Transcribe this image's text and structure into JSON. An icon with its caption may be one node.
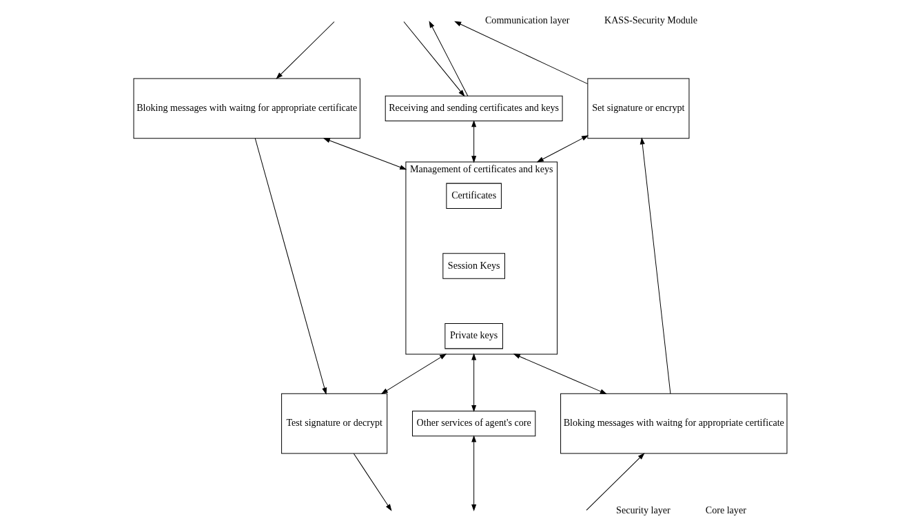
{
  "diagram": {
    "nodes": [
      {
        "text": [
          "Bloking messages with waitng for appropriate certificate"
        ]
      },
      {
        "text": [
          "Receiving and sending certificates and keys"
        ]
      },
      {
        "text": [
          "Set signature or encrypt"
        ]
      },
      {
        "text": [
          "Management of certificates and keys"
        ]
      },
      {
        "text": [
          "Certificates"
        ],
        "in": 3
      },
      {
        "text": [
          "Session Keys"
        ],
        "in": 3
      },
      {
        "text": [
          "Private keys"
        ],
        "in": 3
      },
      {
        "text": [
          "Test signature or decrypt"
        ]
      },
      {
        "text": [
          "Bloking messages with waitng for appropriate certificate"
        ]
      },
      {
        "text": [
          "Other services of agent's core"
        ]
      }
    ],
    "edges": [
      {
        "from": null,
        "to": 0,
        "arrow": "to"
      },
      {
        "from": null,
        "to": 1,
        "arrow": "to"
      },
      {
        "from": 1,
        "to": null,
        "arrow": "to"
      },
      {
        "from": 2,
        "to": null,
        "arrow": "to"
      },
      {
        "from": 1,
        "to": 3,
        "arrow": "both"
      },
      {
        "from": 0,
        "to": 3,
        "arrow": "both"
      },
      {
        "from": 3,
        "to": 2,
        "arrow": "both"
      },
      {
        "from": 0,
        "to": 7,
        "arrow": "to"
      },
      {
        "from": 7,
        "to": 3,
        "arrow": "both"
      },
      {
        "from": 3,
        "to": 8,
        "arrow": "both"
      },
      {
        "from": 8,
        "to": 2,
        "arrow": "to"
      },
      {
        "from": 3,
        "to": 9,
        "arrow": "both"
      },
      {
        "from": 7,
        "to": null,
        "arrow": "to"
      },
      {
        "from": 9,
        "to": null,
        "arrow": "both"
      },
      {
        "from": null,
        "to": 8,
        "arrow": "to"
      }
    ],
    "labels": [
      "Communication layer",
      "KASS-Security Module",
      "Security layer",
      "Core layer"
    ]
  }
}
